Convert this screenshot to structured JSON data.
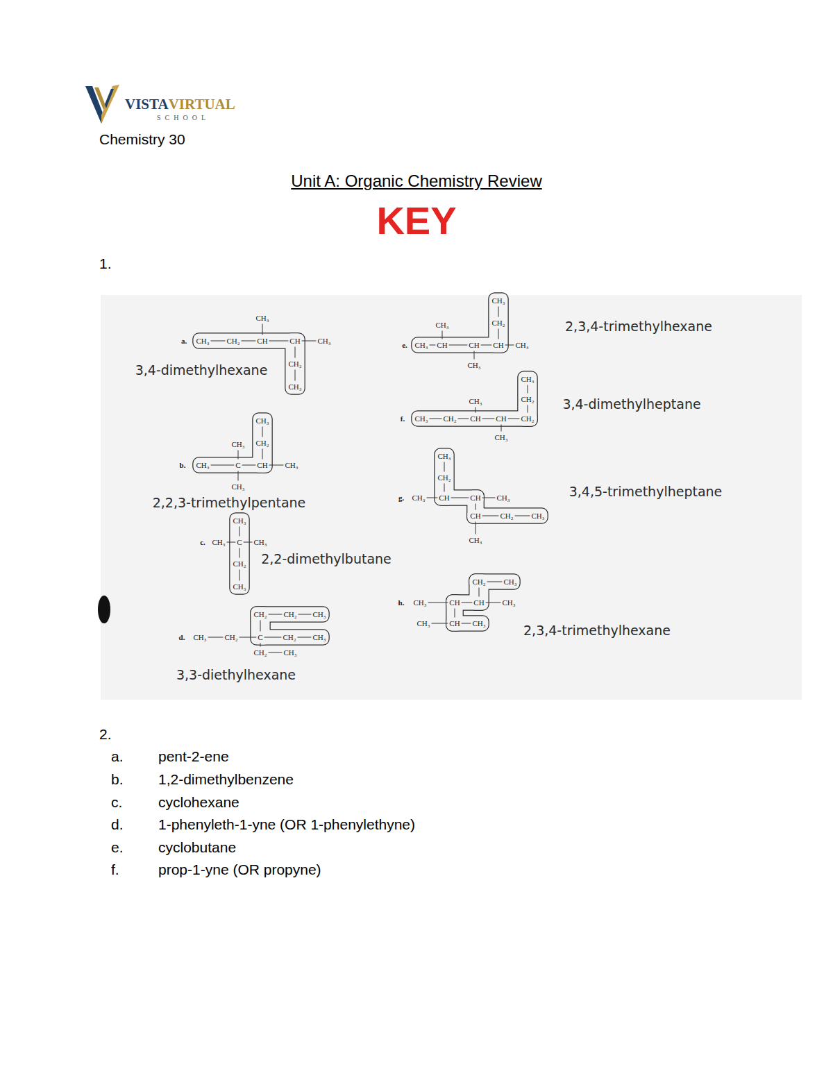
{
  "diagram": {
    "title": "Unit A: Organic Chemistry Review",
    "labels": [
      "VISTA",
      "VIRTUAL",
      "SCHOOL",
      "Chemistry 30",
      "KEY",
      "1.",
      "a.",
      "CH₃",
      "CH₂",
      "CH",
      "CH",
      "CH₃",
      "CH₃",
      "CH₂",
      "CH₃",
      "3,4-dimethylhexane",
      "e.",
      "CH₃",
      "CH",
      "CH",
      "CH",
      "CH₃",
      "CH₃",
      "CH₂",
      "CH₃",
      "CH₃",
      "2,3,4-trimethylhexane",
      "f.",
      "CH₃",
      "CH₂",
      "CH",
      "CH",
      "CH₂",
      "CH₃",
      "CH₂",
      "CH₃",
      "CH₃",
      "3,4-dimethylheptane",
      "b.",
      "CH₃",
      "C",
      "CH",
      "CH₃",
      "CH₃",
      "CH₂",
      "CH₃",
      "CH₃",
      "2,2,3-trimethylpentane",
      "g.",
      "CH₃",
      "CH",
      "CH",
      "CH₃",
      "CH₂",
      "CH₃",
      "CH",
      "CH₂",
      "CH₃",
      "CH₃",
      "3,4,5-trimethylheptane",
      "c.",
      "CH₃",
      "C",
      "CH₃",
      "CH₃",
      "CH₂",
      "CH₃",
      "2,2-dimethylbutane",
      "h.",
      "CH₃",
      "CH",
      "CH",
      "CH₃",
      "CH₂",
      "CH₃",
      "CH₃",
      "CH",
      "CH₃",
      "2,3,4-trimethylhexane",
      "d.",
      "CH₃",
      "CH₂",
      "C",
      "CH₂",
      "CH₃",
      "CH₂",
      "CH₂",
      "CH₃",
      "CH₂",
      "CH₃",
      "3,3-diethylhexane",
      "2.",
      "a.",
      "pent-2-ene",
      "b.",
      "1,2-dimethylbenzene",
      "c.",
      "cyclohexane",
      "d.",
      "1-phenyleth-1-yne (OR 1-phenylethyne)",
      "e.",
      "cyclobutane",
      "f.",
      "prop-1-yne (OR propyne)"
    ]
  }
}
